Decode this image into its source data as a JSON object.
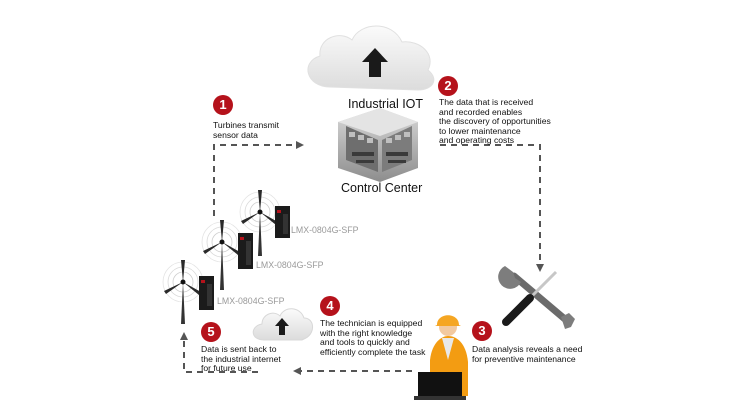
{
  "cloud_title": "Industrial IOT",
  "control_center_title": "Control Center",
  "steps": [
    {
      "number": "1",
      "text": "Turbines transmit\nsensor data"
    },
    {
      "number": "2",
      "text": "The data that is received\nand recorded enables\nthe discovery of opportunities\nto lower maintenance\nand operating costs"
    },
    {
      "number": "3",
      "text": "Data analysis reveals a need\nfor preventive maintenance"
    },
    {
      "number": "4",
      "text": "The technician is equipped\nwith the right knowledge\nand tools to quickly and\nefficiently complete the task"
    },
    {
      "number": "5",
      "text": "Data is sent back to\nthe industrial internet\nfor future use"
    }
  ],
  "devices": [
    {
      "label": "LMX-0804G-SFP"
    },
    {
      "label": "LMX-0804G-SFP"
    },
    {
      "label": "LMX-0804G-SFP"
    }
  ],
  "colors": {
    "accent": "#b5121b",
    "arrow": "#555555",
    "cloud": "#e9e9e9",
    "building": "#bdbdbd"
  },
  "icons": [
    "cloud-upload-icon",
    "control-center-building-icon",
    "wind-turbine-icon",
    "network-switch-icon",
    "wrench-screwdriver-icon",
    "technician-laptop-icon"
  ]
}
